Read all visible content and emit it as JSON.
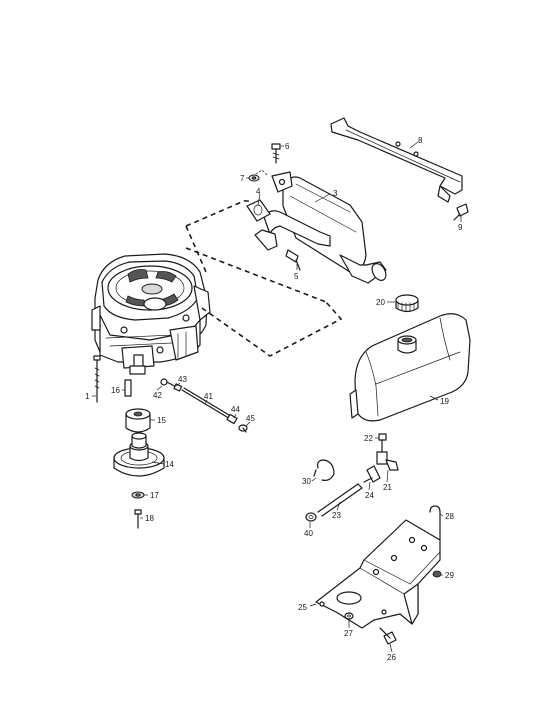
{
  "diagram": {
    "callouts": [
      {
        "id": "c1",
        "label": "1"
      },
      {
        "id": "c3",
        "label": "3"
      },
      {
        "id": "c4",
        "label": "4"
      },
      {
        "id": "c5",
        "label": "5"
      },
      {
        "id": "c6",
        "label": "6"
      },
      {
        "id": "c7",
        "label": "7"
      },
      {
        "id": "c8",
        "label": "8"
      },
      {
        "id": "c9",
        "label": "9"
      },
      {
        "id": "c14",
        "label": "14"
      },
      {
        "id": "c15",
        "label": "15"
      },
      {
        "id": "c16",
        "label": "16"
      },
      {
        "id": "c17",
        "label": "17"
      },
      {
        "id": "c18",
        "label": "18"
      },
      {
        "id": "c19",
        "label": "19"
      },
      {
        "id": "c20",
        "label": "20"
      },
      {
        "id": "c21",
        "label": "21"
      },
      {
        "id": "c22",
        "label": "22"
      },
      {
        "id": "c23",
        "label": "23"
      },
      {
        "id": "c24",
        "label": "24"
      },
      {
        "id": "c25",
        "label": "25"
      },
      {
        "id": "c26",
        "label": "26"
      },
      {
        "id": "c27",
        "label": "27"
      },
      {
        "id": "c28",
        "label": "28"
      },
      {
        "id": "c29",
        "label": "29"
      },
      {
        "id": "c30",
        "label": "30"
      },
      {
        "id": "c40",
        "label": "40"
      },
      {
        "id": "c41",
        "label": "41"
      },
      {
        "id": "c42",
        "label": "42"
      },
      {
        "id": "c43",
        "label": "43"
      },
      {
        "id": "c44",
        "label": "44"
      },
      {
        "id": "c45",
        "label": "45"
      }
    ]
  }
}
